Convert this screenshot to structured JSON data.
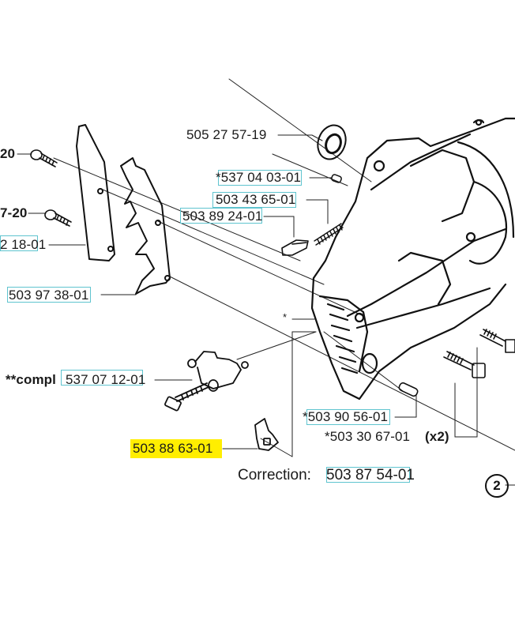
{
  "diagram": {
    "type": "exploded parts diagram",
    "subject": "chainsaw crankcase / chain brake side cover area"
  },
  "labels": {
    "partial_top_left": "20",
    "partial_mid_left": "7-20",
    "partial_cover": "2 18-01",
    "seal": "505 27 57-19",
    "pin": "*537 04 03-01",
    "spring": "503 43 65-01",
    "plate": "503 89 24-01",
    "chain_catcher": "503 97 38-01",
    "tensioner_prefix": "**compl",
    "tensioner": "537 07 12-01",
    "guide_pin": "*503 90 56-01",
    "bolts": "*503 30 67-01",
    "bolts_qty": "(x2)",
    "clip": "503 88 63-01",
    "asterisk": "*",
    "correction_label": "Correction:",
    "correction_value": "503 87 54-01",
    "callout_number": "2"
  },
  "colors": {
    "highlight_box": "#5fc4cf",
    "highlight_fill": "#ffee00",
    "line": "#111111"
  }
}
